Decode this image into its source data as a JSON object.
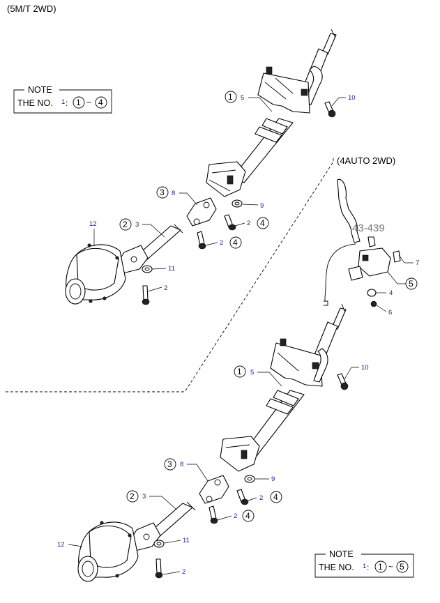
{
  "diagram": {
    "manual_variant": "(5M/T 2WD)",
    "auto_variant": "(4AUTO 2WD)",
    "page_ref": "43-439"
  },
  "note_top": {
    "heading": "NOTE",
    "text": "THE NO.",
    "one": "1",
    "colon": ":",
    "from": "1",
    "tilde": "~",
    "to": "4"
  },
  "note_bottom": {
    "heading": "NOTE",
    "text": "THE NO.",
    "one": "1",
    "colon": ":",
    "from": "1",
    "tilde": "~",
    "to": "5"
  },
  "manual_labels": {
    "c1": "1",
    "n5": "5",
    "n10": "10",
    "c3": "3",
    "n8": "8",
    "n9": "9",
    "c2": "2",
    "n3": "3",
    "n12": "12",
    "n2a": "2",
    "c4a": "4",
    "n2b": "2",
    "c4b": "4",
    "n11": "11",
    "n2c": "2"
  },
  "auto_labels": {
    "n7": "7",
    "c5": "5",
    "n4": "4",
    "n6": "6",
    "c1": "1",
    "n5": "5",
    "n10": "10",
    "c3": "3",
    "n8": "8",
    "n9": "9",
    "c2": "2",
    "n3": "3",
    "n2a": "2",
    "c4a": "4",
    "n2b": "2",
    "c4b": "4",
    "n12": "12",
    "n11": "11",
    "n2c": "2"
  }
}
